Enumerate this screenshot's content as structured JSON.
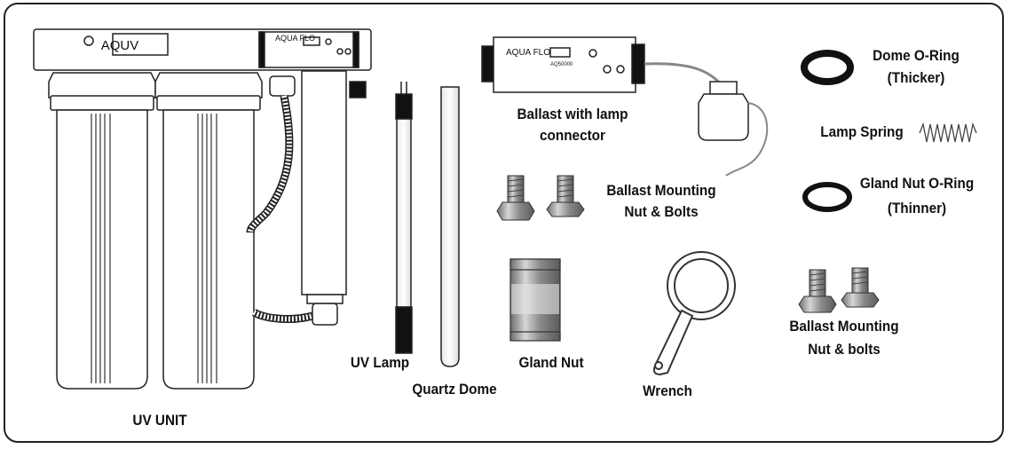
{
  "unit": {
    "brand": "AQUV",
    "ballast_brand": "AQUA FLO",
    "ballast_model": "AQ50000"
  },
  "labels": {
    "uv_unit": "UV UNIT",
    "uv_lamp": "UV Lamp",
    "quartz_dome": "Quartz Dome",
    "gland_nut": "Gland Nut",
    "wrench": "Wrench",
    "ballast_line1": "Ballast with lamp",
    "ballast_line2": "connector",
    "mount1_line1": "Ballast Mounting",
    "mount1_line2": "Nut & Bolts",
    "mount2_line1": "Ballast Mounting",
    "mount2_line2": "Nut & bolts",
    "dome_oring_line1": "Dome O-Ring",
    "dome_oring_line2": "(Thicker)",
    "lamp_spring": "Lamp Spring",
    "gland_oring_line1": "Gland Nut O-Ring",
    "gland_oring_line2": "(Thinner)"
  },
  "colors": {
    "outline": "#222222",
    "metal": "#9a9a9a",
    "black": "#111111"
  }
}
